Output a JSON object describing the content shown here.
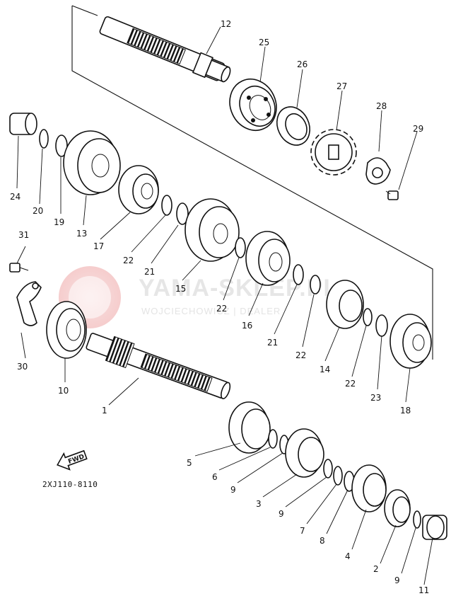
{
  "diagram": {
    "drawing_code": "2XJ110-8110",
    "fwd_label": "FWD",
    "watermark": {
      "brand": "YAMA-SKLEP.PL",
      "subtitle": "WOJCIECHOWICZ | DEALER"
    },
    "labels": {
      "p1": "1",
      "p2": "2",
      "p3": "3",
      "p4": "4",
      "p5": "5",
      "p6": "6",
      "p7": "7",
      "p8": "8",
      "p9a": "9",
      "p9b": "9",
      "p9c": "9",
      "p10": "10",
      "p11": "11",
      "p12": "12",
      "p13": "13",
      "p14": "14",
      "p15": "15",
      "p16": "16",
      "p17": "17",
      "p18": "18",
      "p19": "19",
      "p20": "20",
      "p21a": "21",
      "p21b": "21",
      "p22a": "22",
      "p22b": "22",
      "p22c": "22",
      "p22d": "22",
      "p23": "23",
      "p24": "24",
      "p25": "25",
      "p26": "26",
      "p27": "27",
      "p28": "28",
      "p29": "29",
      "p30": "30",
      "p31": "31"
    }
  }
}
